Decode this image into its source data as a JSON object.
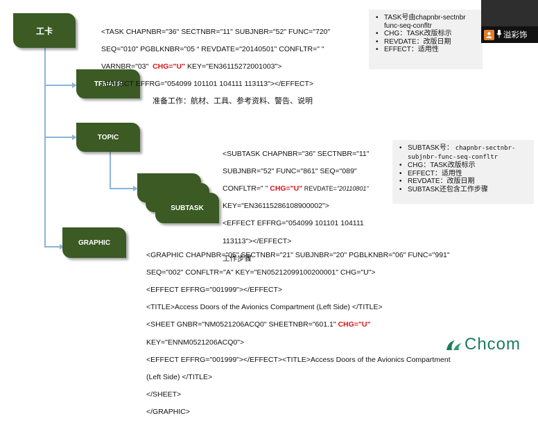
{
  "nodes": {
    "gongka": "工卡",
    "tfmatr": "TFMATR",
    "topic": "TOPIC",
    "subtask": "SUBTASK",
    "graphic": "GRAPHIC"
  },
  "tfmatr_desc": "准备工作：航材、工具、参考资料、警告、说明",
  "task_code": {
    "l1": "<TASK CHAPNBR=\"36\" SECTNBR=\"11\" SUBJNBR=\"52\" FUNC=\"720\"",
    "l2": "SEQ=\"010\" PGBLKNBR=\"05 “ REVDATE=\"20140501\" CONFLTR=\" \"",
    "l3a": "VARNBR=\"03\"  ",
    "l3chg": "CHG=\"U\"",
    "l3b": " KEY=\"EN36115272001003\">",
    "l4": "<EFFECT EFFRG=\"054099 101101 104111 113113\"></EFFECT>"
  },
  "task_note": {
    "i1a": "TASK号由chapnbr-sectnbr",
    "i1b": "func-seq-confltr",
    "i2": "CHG：TASK改版标示",
    "i3": "REVDATE：改版日期",
    "i4": "EFFECT：适用性"
  },
  "subtask_code": {
    "l1": "<SUBTASK CHAPNBR=\"36\" SECTNBR=\"11\"",
    "l2": "SUBJNBR=\"52\" FUNC=\"861\" SEQ=\"089\"",
    "l3a": "CONFLTR=\" \" ",
    "l3chg": "CHG=\"U\"",
    "l3b": " REVDATE=",
    "l3date": "\"20110801\"",
    "l4": "KEY=\"EN36115286108900002\">",
    "l5": "<EFFECT EFFRG=\"054099 101101 104111",
    "l6": "113113\"></EFFECT>",
    "l7": "工作步骤"
  },
  "subtask_note": {
    "i1a": "SUBTASK号：",
    "i1b": "chapnbr-sectnbr-",
    "i1c": "subjnbr-func-seq-confltr",
    "i2": "CHG：TASK改版标示",
    "i3": "EFFECT：适用性",
    "i4": "REVDATE：改版日期",
    "i5": "SUBTASK还包含工作步骤"
  },
  "graphic_code": {
    "l1": "<GRAPHIC CHAPNBR=\"05\" SECTNBR=\"21\" SUBJNBR=\"20\" PGBLKNBR=\"06\" FUNC=\"991\"",
    "l2": "SEQ=\"002\" CONFLTR=\"A\" KEY=\"EN05212099100200001\" CHG=\"U\">",
    "l3": "<EFFECT EFFRG=\"001999\"></EFFECT>",
    "l4": "<TITLE>Access Doors of the Avionics Compartment (Left Side) </TITLE>",
    "l5a": "<SHEET GNBR=\"NM0521206ACQ0\" SHEETNBR=\"601.1\" ",
    "l5chg": "CHG=\"U\"",
    "l6": "KEY=\"ENNM0521206ACQ0\">",
    "l7": "<EFFECT EFFRG=\"001999\"></EFFECT><TITLE>Access Doors of the Avionics Compartment",
    "l8": "(Left Side) </TITLE>",
    "l9": "</SHEET>",
    "l10": "</GRAPHIC>"
  },
  "video": {
    "name": "溢彩饰"
  },
  "logo": {
    "text": "Chcom"
  },
  "colors": {
    "node": "#3b5a24",
    "connector": "#8ab4d8",
    "chg": "#d8141a"
  }
}
